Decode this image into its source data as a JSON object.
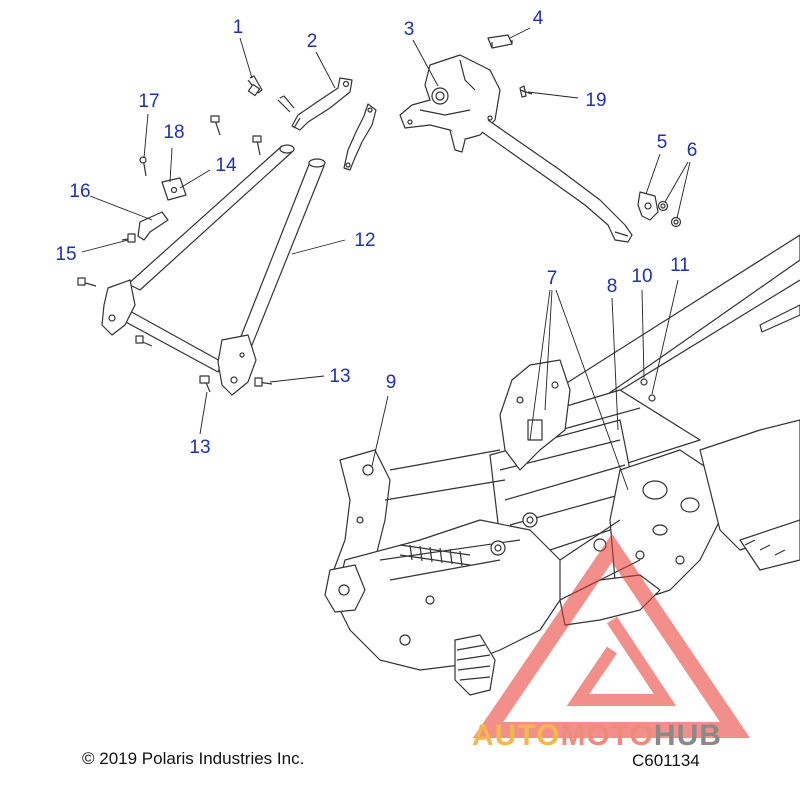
{
  "callouts": {
    "c1": "1",
    "c2": "2",
    "c3": "3",
    "c4": "4",
    "c5": "5",
    "c6": "6",
    "c7": "7",
    "c8": "8",
    "c9": "9",
    "c10": "10",
    "c11": "11",
    "c12": "12",
    "c13a": "13",
    "c13b": "13",
    "c14": "14",
    "c15": "15",
    "c16": "16",
    "c17": "17",
    "c18": "18",
    "c19": "19"
  },
  "footer": {
    "copyright": "© 2019 Polaris Industries Inc.",
    "code": "C601134"
  },
  "watermark": {
    "part1": "AUTO",
    "part2": "MOTO",
    "part3": "HUB",
    "colors": {
      "auto": "#f2b84a",
      "moto": "#f08a7a",
      "hub": "#8a8a8a",
      "triangle": "#e8332a"
    }
  },
  "colors": {
    "callout": "#1f2fb8",
    "line": "#333333"
  }
}
